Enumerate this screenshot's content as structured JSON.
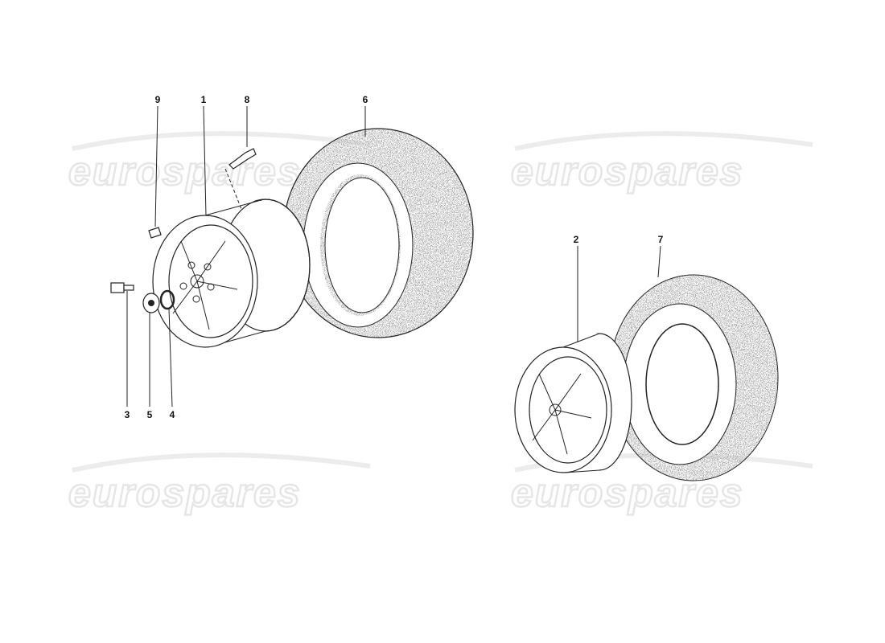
{
  "watermark": "eurospares",
  "callouts": {
    "c1": "1",
    "c2": "2",
    "c3": "3",
    "c4": "4",
    "c5": "5",
    "c6": "6",
    "c7": "7",
    "c8": "8",
    "c9": "9"
  }
}
